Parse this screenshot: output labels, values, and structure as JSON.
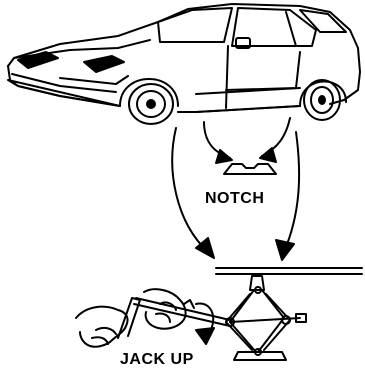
{
  "diagram": {
    "labels": {
      "notch": "NOTCH",
      "jack_up": "JACK UP"
    },
    "colors": {
      "ink": "#000000",
      "paper": "#ffffff"
    },
    "parts": [
      "car",
      "notch-shape",
      "arrow",
      "hands",
      "jack-handle",
      "scissor-jack"
    ]
  }
}
